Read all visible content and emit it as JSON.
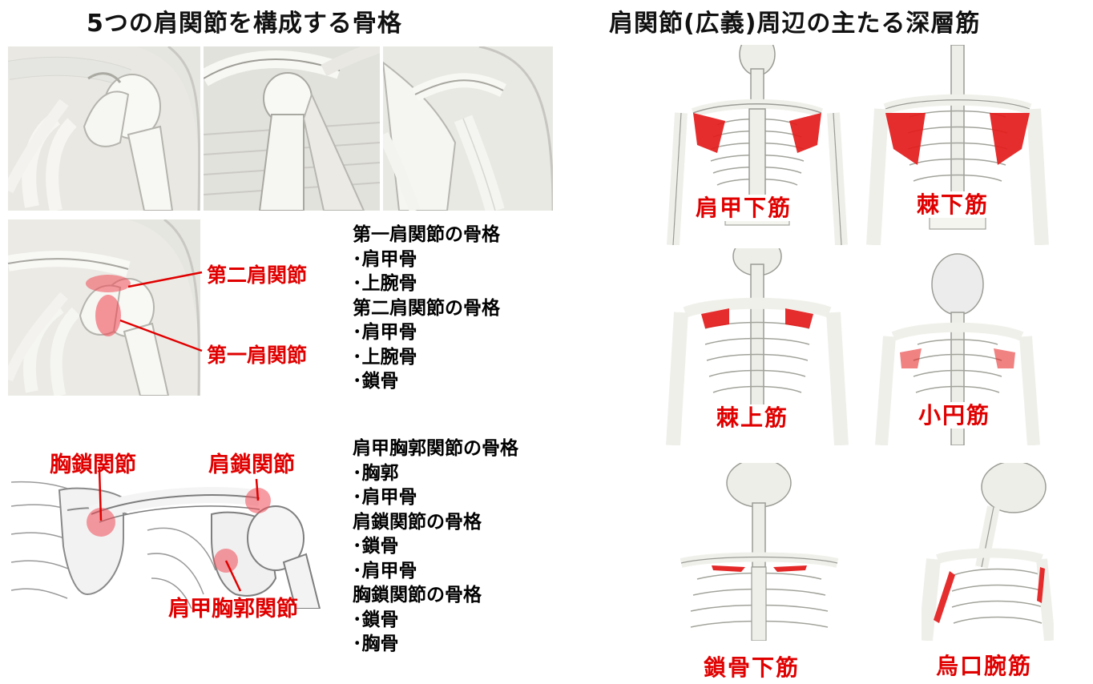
{
  "left_title": "5つの肩関節を構成する骨格",
  "right_title": "肩関節(広義)周辺の主たる深層筋",
  "joint_labels": {
    "second_shoulder": "第二肩関節",
    "first_shoulder": "第一肩関節",
    "sternoclavicular": "胸鎖関節",
    "acromioclavicular": "肩鎖関節",
    "scapulothoracic": "肩甲胸郭関節"
  },
  "skeleton_block_1": [
    "第一肩関節の骨格",
    "･肩甲骨",
    "･上腕骨",
    "第二肩関節の骨格",
    "･肩甲骨",
    "･上腕骨",
    "･鎖骨"
  ],
  "skeleton_block_2": [
    "肩甲胸郭関節の骨格",
    "･胸郭",
    "･肩甲骨",
    "肩鎖関節の骨格",
    "･鎖骨",
    "･肩甲骨",
    "胸鎖関節の骨格",
    "･鎖骨",
    "･胸骨"
  ],
  "muscles": {
    "subscapularis": "肩甲下筋",
    "infraspinatus": "棘下筋",
    "supraspinatus": "棘上筋",
    "teres_minor": "小円筋",
    "subclavius": "鎖骨下筋",
    "coracobrachialis": "烏口腕筋"
  },
  "colors": {
    "highlight_red": "#e00000",
    "bone": "#efefea",
    "muscle_red": "#e31b1b"
  }
}
